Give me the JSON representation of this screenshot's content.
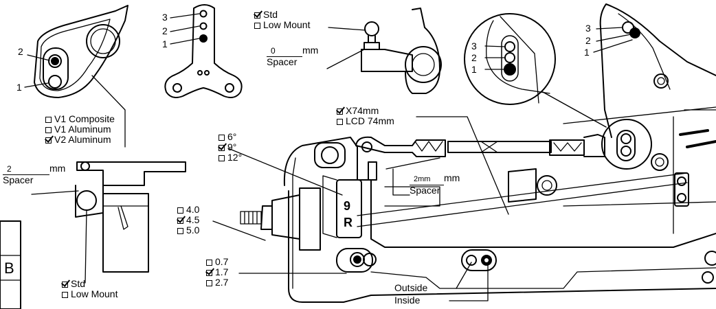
{
  "arm_options": [
    {
      "label": "V1 Composite",
      "checked": false
    },
    {
      "label": "V1 Aluminum",
      "checked": false
    },
    {
      "label": "V2 Aluminum",
      "checked": true
    }
  ],
  "arm_holes": [
    "2",
    "1"
  ],
  "plate_holes": [
    "3",
    "2",
    "1"
  ],
  "ball_mount_top": [
    {
      "label": "Std",
      "checked": true
    },
    {
      "label": "Low Mount",
      "checked": false
    }
  ],
  "ball_mount_bottom": [
    {
      "label": "Std",
      "checked": true
    },
    {
      "label": "Low Mount",
      "checked": false
    }
  ],
  "spacer_top": {
    "value": "0",
    "unit": "mm",
    "label": "Spacer"
  },
  "spacer_left": {
    "value": "2",
    "unit": "mm",
    "label": "Spacer"
  },
  "spacer_center": {
    "value": "2mm",
    "unit": "mm",
    "label": "Spacer"
  },
  "zoom_holes": [
    "3",
    "2",
    "1"
  ],
  "tower_holes": [
    "3",
    "2",
    "1"
  ],
  "link_options": [
    {
      "label": "X74mm",
      "checked": true
    },
    {
      "label": "LCD 74mm",
      "checked": false
    }
  ],
  "angle_options": [
    {
      "label": "6°",
      "checked": false
    },
    {
      "label": "9°",
      "checked": true
    },
    {
      "label": "12°",
      "checked": false
    }
  ],
  "axle_options": [
    {
      "label": "4.0",
      "checked": false
    },
    {
      "label": "4.5",
      "checked": true
    },
    {
      "label": "5.0",
      "checked": false
    }
  ],
  "offset_options": [
    {
      "label": "0.7",
      "checked": false
    },
    {
      "label": "1.7",
      "checked": true
    },
    {
      "label": "2.7",
      "checked": false
    }
  ],
  "hub_marks": [
    "9",
    "R"
  ],
  "corner_letter": "B",
  "outside_label": "Outside",
  "inside_label": "Inside"
}
